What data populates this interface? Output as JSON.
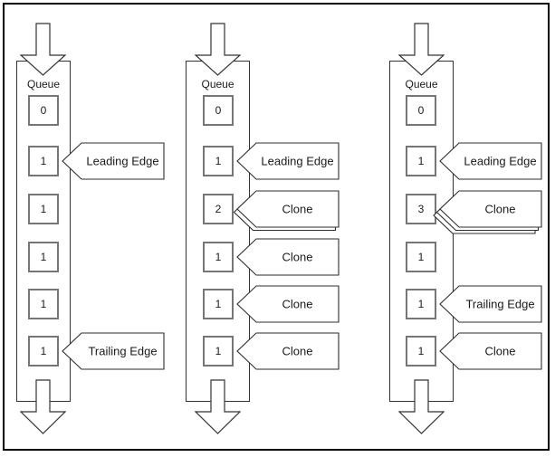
{
  "diagram": {
    "title": "queue-clone-propagation-diagram",
    "queue_label": "Queue",
    "columns": [
      {
        "values": [
          "0",
          "1",
          "1",
          "1",
          "1",
          "1"
        ],
        "callouts": [
          {
            "row": 2,
            "label": "Leading Edge",
            "stack": 1
          },
          {
            "row": 6,
            "label": "Trailing Edge",
            "stack": 1
          }
        ]
      },
      {
        "values": [
          "0",
          "1",
          "2",
          "1",
          "1",
          "1"
        ],
        "callouts": [
          {
            "row": 2,
            "label": "Leading Edge",
            "stack": 1
          },
          {
            "row": 3,
            "label": "Clone",
            "stack": 2
          },
          {
            "row": 4,
            "label": "Clone",
            "stack": 1
          },
          {
            "row": 5,
            "label": "Clone",
            "stack": 1
          },
          {
            "row": 6,
            "label": "Clone",
            "stack": 1
          }
        ]
      },
      {
        "values": [
          "0",
          "1",
          "3",
          "1",
          "1",
          "1"
        ],
        "callouts": [
          {
            "row": 2,
            "label": "Leading Edge",
            "stack": 1
          },
          {
            "row": 3,
            "label": "Clone",
            "stack": 3
          },
          {
            "row": 5,
            "label": "Trailing Edge",
            "stack": 1
          },
          {
            "row": 6,
            "label": "Clone",
            "stack": 1
          }
        ]
      }
    ]
  },
  "colors": {
    "frame": "#000000",
    "line": "#333333",
    "box_border": "#767676",
    "background": "#ffffff",
    "text": "#1a1a1a"
  }
}
